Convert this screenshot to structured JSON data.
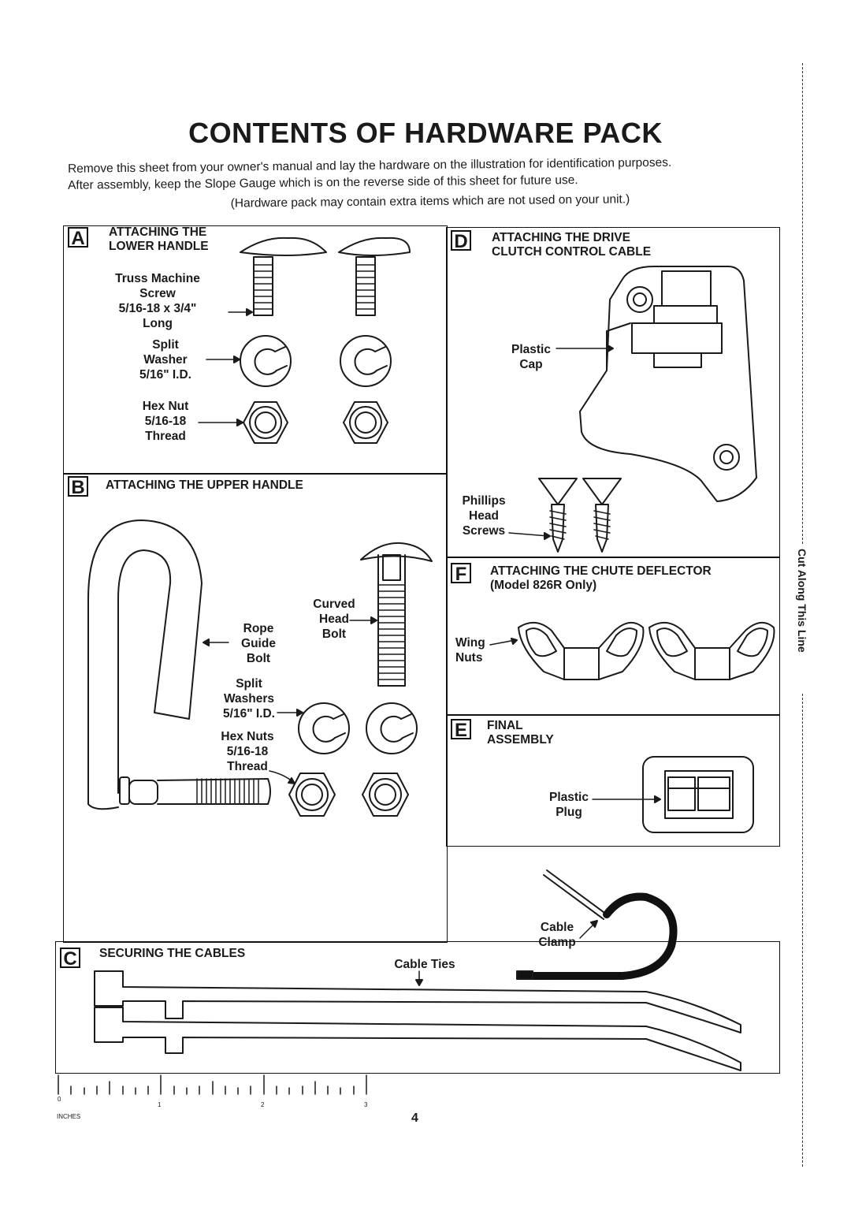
{
  "title": "CONTENTS OF HARDWARE PACK",
  "intro": {
    "line1": "Remove this sheet from your owner's manual and lay the hardware on the illustration for identification purposes.",
    "line2": "After assembly, keep the Slope Gauge which is on the reverse side of this sheet for future use.",
    "line3": "(Hardware pack may contain extra items which are not used on your unit.)"
  },
  "sections": {
    "a": {
      "letter": "A",
      "title_line1": "ATTACHING THE",
      "title_line2": "LOWER HANDLE",
      "screw_label": [
        "Truss Machine",
        "Screw",
        "5/16-18 x 3/4\"",
        "Long"
      ],
      "washer_label": [
        "Split",
        "Washer",
        "5/16\" I.D."
      ],
      "nut_label": [
        "Hex Nut",
        "5/16-18",
        "Thread"
      ]
    },
    "b": {
      "letter": "B",
      "title": "ATTACHING THE UPPER HANDLE",
      "rope_label": [
        "Rope",
        "Guide",
        "Bolt"
      ],
      "curved_label": [
        "Curved",
        "Head",
        "Bolt"
      ],
      "washers_label": [
        "Split",
        "Washers",
        "5/16\" I.D."
      ],
      "nuts_label": [
        "Hex Nuts",
        "5/16-18",
        "Thread"
      ]
    },
    "c": {
      "letter": "C",
      "title": "SECURING THE CABLES",
      "ties_label": "Cable Ties",
      "clamp_label": [
        "Cable",
        "Clamp"
      ]
    },
    "d": {
      "letter": "D",
      "title_line1": "ATTACHING THE DRIVE",
      "title_line2": "CLUTCH CONTROL CABLE",
      "cap_label": [
        "Plastic",
        "Cap"
      ],
      "screws_label": [
        "Phillips",
        "Head",
        "Screws"
      ]
    },
    "e": {
      "letter": "E",
      "title_line1": "FINAL",
      "title_line2": "ASSEMBLY",
      "plug_label": [
        "Plastic",
        "Plug"
      ]
    },
    "f": {
      "letter": "F",
      "title_line1": "ATTACHING THE CHUTE DEFLECTOR",
      "title_line2": "(Model 826R Only)",
      "nuts_label": [
        "Wing",
        "Nuts"
      ]
    }
  },
  "ruler": {
    "unit": "INCHES",
    "ticks": [
      "0",
      "1",
      "2",
      "3"
    ]
  },
  "page_number": "4",
  "cut_line": "Cut Along This Line"
}
